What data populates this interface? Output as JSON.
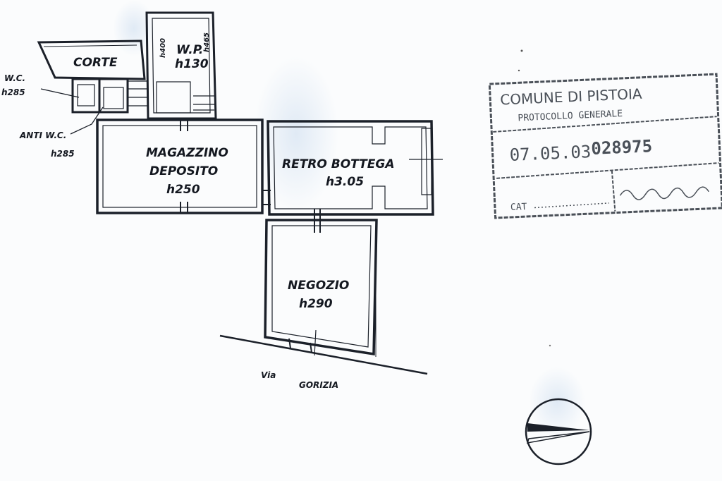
{
  "rooms": {
    "corte": "CORTE",
    "wc_top_name": "W.C.",
    "wc_top_height": "h285",
    "anti_wc_name": "ANTI W.C.",
    "anti_wc_height": "h285",
    "wp_name": "W.P.",
    "wp_height": "h130",
    "wp_side_left": "h400",
    "wp_side_right": "h465",
    "magazzino_line1": "MAGAZZINO",
    "magazzino_line2": "DEPOSITO",
    "magazzino_height": "h250",
    "retro_name": "RETRO BOTTEGA",
    "retro_height": "h3.05",
    "negozio_name": "NEGOZIO",
    "negozio_height": "h290"
  },
  "street": {
    "prefix": "Via",
    "name": "GORIZIA"
  },
  "stamp": {
    "line1": "COMUNE DI PISTOIA",
    "line2": "PROTOCOLLO GENERALE",
    "date": "07.05.03",
    "number": "028975",
    "cat_label": "CAT"
  },
  "colors": {
    "ink": "#141820",
    "stamp_ink": "#4a5058",
    "paper": "#fbfcfd"
  }
}
